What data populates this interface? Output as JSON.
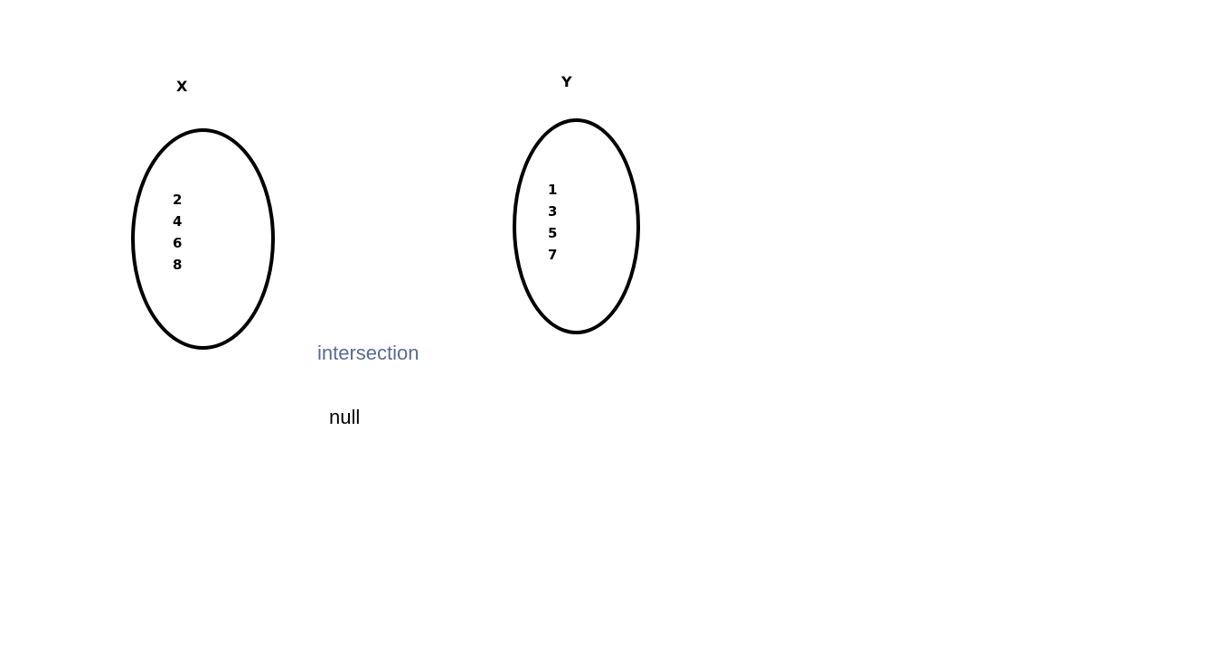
{
  "sets": [
    {
      "name": "X",
      "elements": [
        "2",
        "4",
        "6",
        "8"
      ]
    },
    {
      "name": "Y",
      "elements": [
        "1",
        "3",
        "5",
        "7"
      ]
    }
  ],
  "operation": {
    "label": "intersection",
    "color": "#5a6b94"
  },
  "result": {
    "label": "null"
  }
}
